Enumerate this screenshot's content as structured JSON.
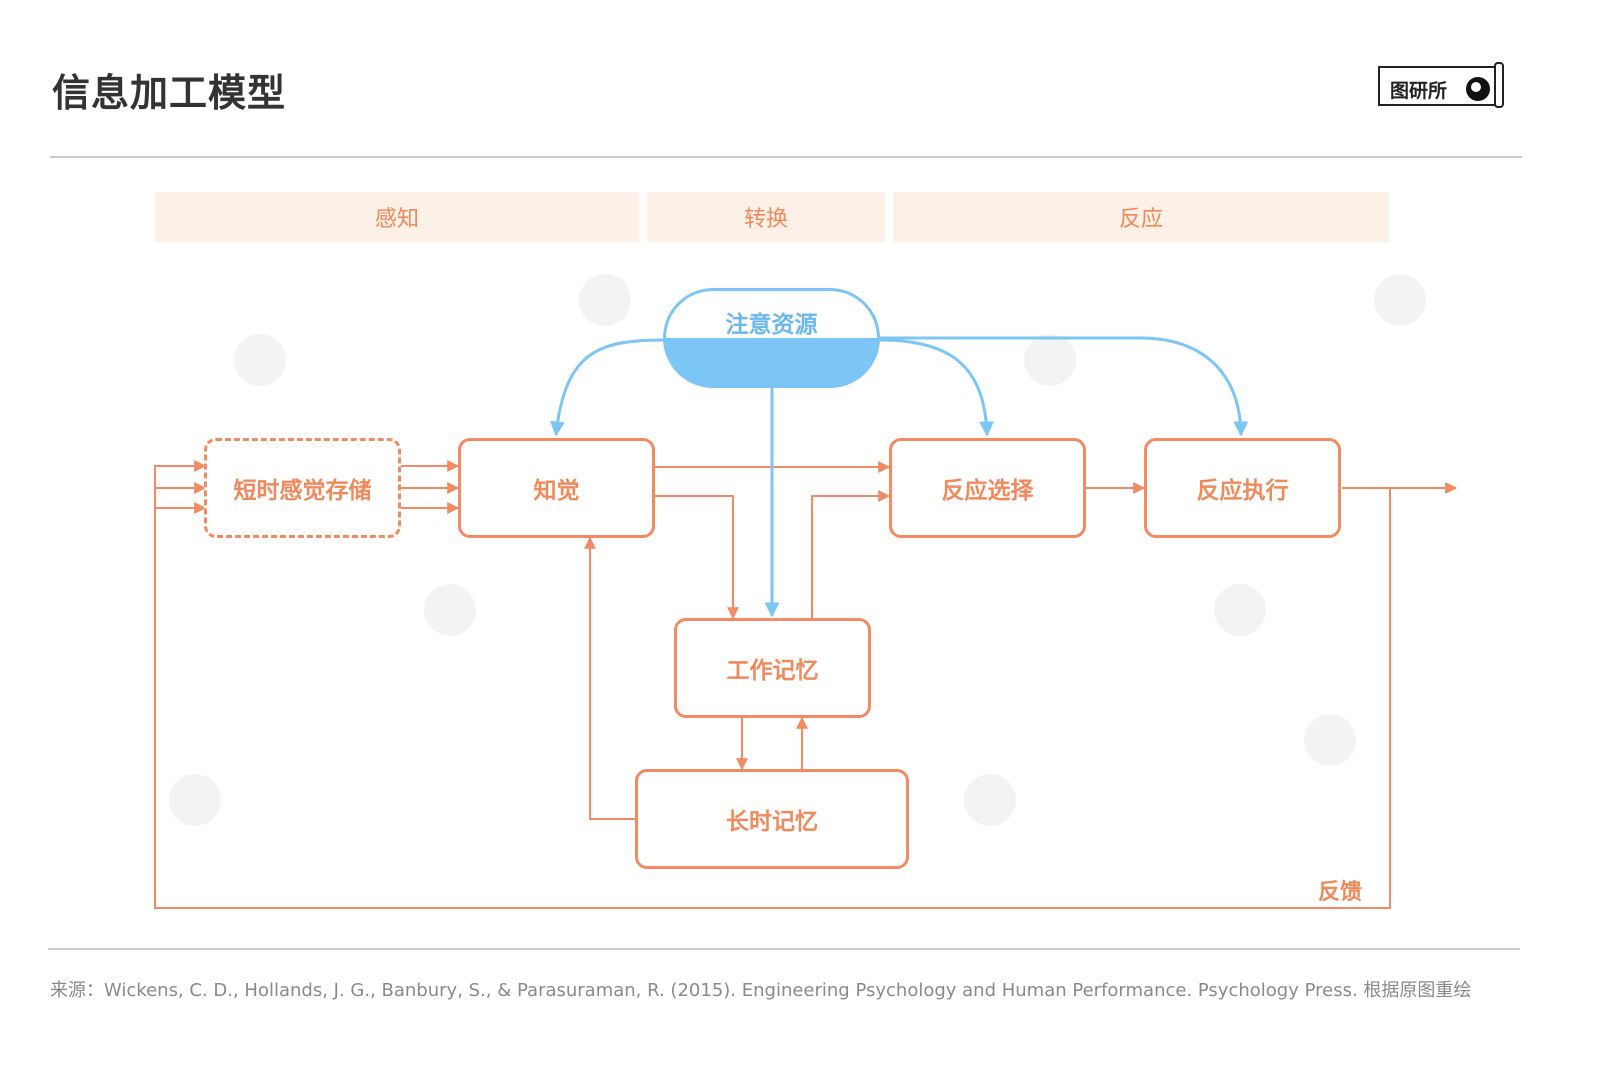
{
  "title": "信息加工模型",
  "logo": {
    "text": "图研所"
  },
  "phases": [
    "感知",
    "转换",
    "反应"
  ],
  "nodes": {
    "sensory_store": "短时感觉存储",
    "perception": "知觉",
    "attention": "注意资源",
    "response_selection": "反应选择",
    "response_execution": "反应执行",
    "working_memory": "工作记忆",
    "long_term_memory": "长时记忆"
  },
  "feedback_label": "反馈",
  "source": "来源：Wickens, C. D., Hollands, J. G., Banbury, S., & Parasuraman, R. (2015). Engineering Psychology and Human Performance. Psychology Press. 根据原图重绘",
  "colors": {
    "process": "#f28a63",
    "attention": "#7cc6f5",
    "phase_band": "#fdf0e6"
  }
}
